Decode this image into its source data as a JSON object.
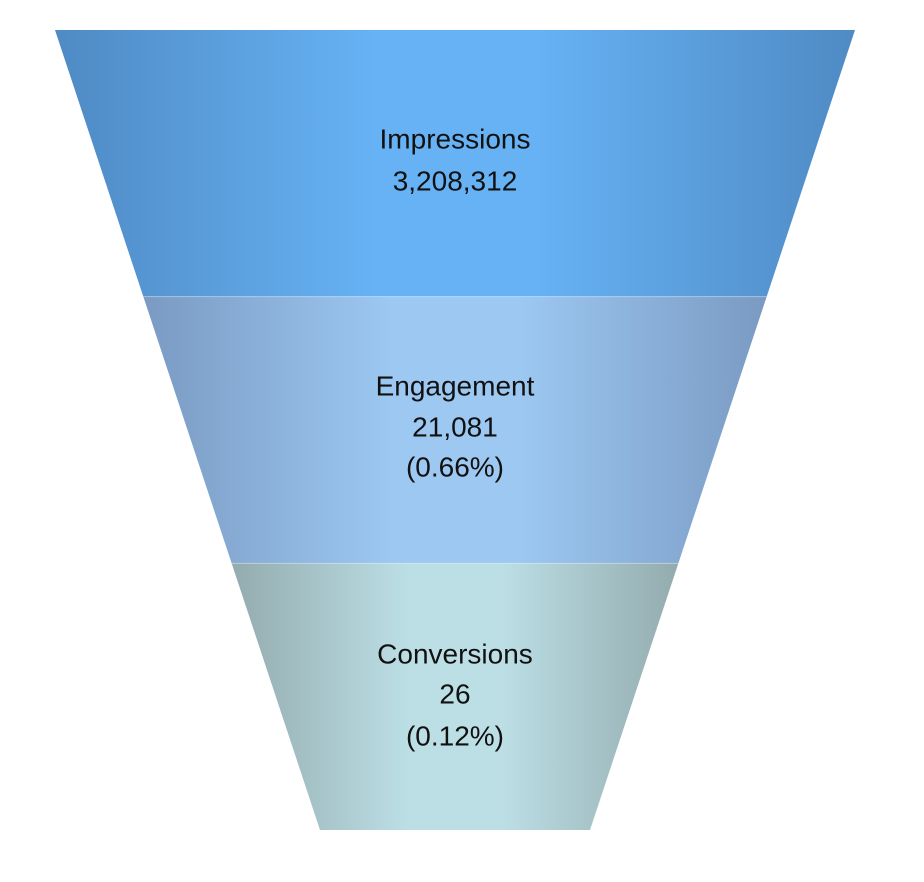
{
  "chart_data": {
    "type": "funnel",
    "title": "",
    "stages": [
      {
        "name": "Impressions",
        "value": 3208312,
        "value_label": "3,208,312",
        "pct_label": "",
        "colors": {
          "edge": "#4f8ac4",
          "center": "#66b2f4"
        }
      },
      {
        "name": "Engagement",
        "value": 21081,
        "value_label": "21,081",
        "pct_label": "(0.66%)",
        "colors": {
          "edge": "#7a9ac2",
          "center": "#9cc8f2"
        }
      },
      {
        "name": "Conversions",
        "value": 26,
        "value_label": "26",
        "pct_label": "(0.12%)",
        "colors": {
          "edge": "#93abae",
          "center": "#bcdfe6"
        }
      }
    ]
  }
}
